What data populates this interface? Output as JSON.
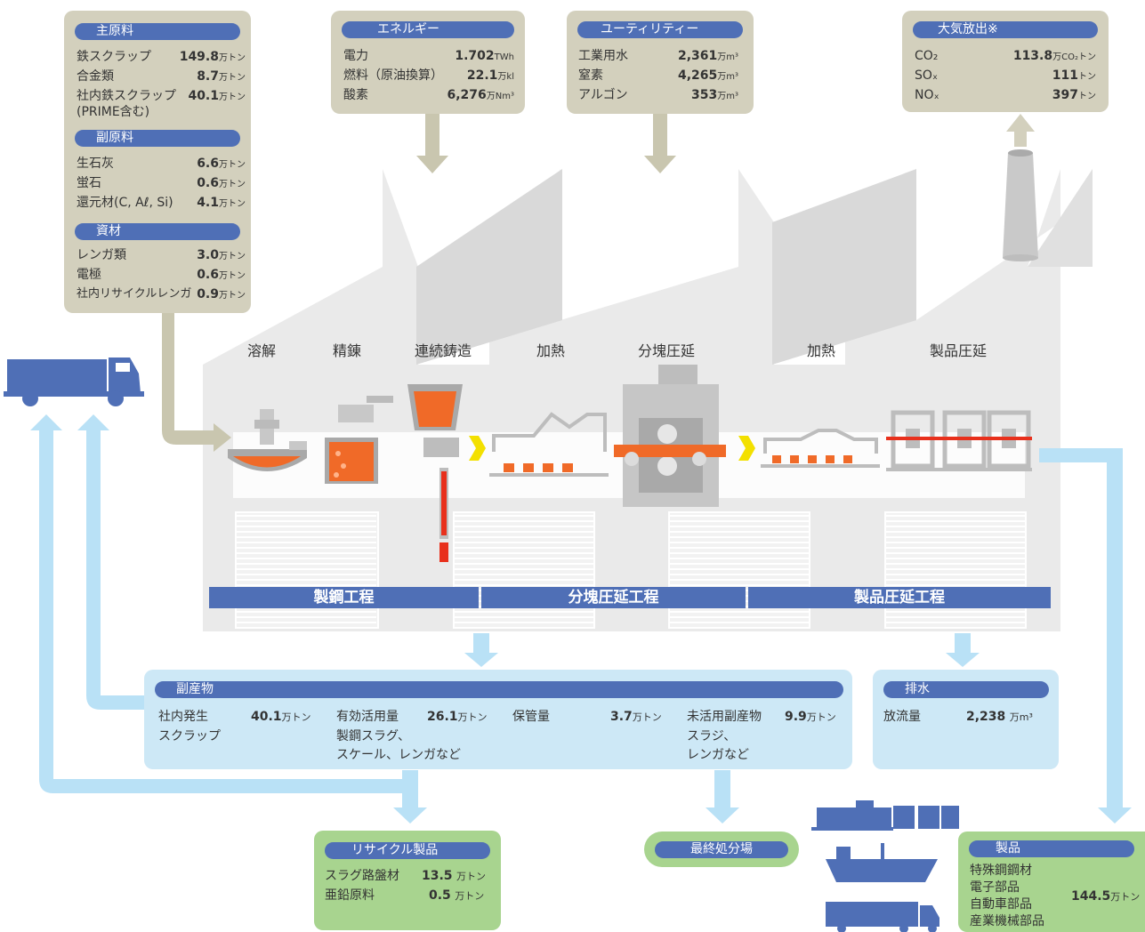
{
  "processes": [
    "溶解",
    "精錬",
    "連続鋳造",
    "加熱",
    "分塊圧延",
    "加熱",
    "製品圧延"
  ],
  "stages": [
    "製鋼工程",
    "分塊圧延工程",
    "製品圧延工程"
  ],
  "raw_materials": {
    "main_title": "主原料",
    "main_items": [
      {
        "label": "鉄スクラップ",
        "value": "149.8",
        "unit": "万トン"
      },
      {
        "label": "合金類",
        "value": "8.7",
        "unit": "万トン"
      },
      {
        "label": "社内鉄スクラップ",
        "value": "40.1",
        "unit": "万トン"
      }
    ],
    "main_note": "(PRIME含む)",
    "sub_title": "副原料",
    "sub_items": [
      {
        "label": "生石灰",
        "value": "6.6",
        "unit": "万トン"
      },
      {
        "label": "蛍石",
        "value": "0.6",
        "unit": "万トン"
      },
      {
        "label": "還元材(C, Aℓ, Si)",
        "value": "4.1",
        "unit": "万トン"
      }
    ],
    "mat_title": "資材",
    "mat_items": [
      {
        "label": "レンガ類",
        "value": "3.0",
        "unit": "万トン"
      },
      {
        "label": "電極",
        "value": "0.6",
        "unit": "万トン"
      },
      {
        "label": "社内リサイクルレンガ",
        "value": "0.9",
        "unit": "万トン"
      }
    ]
  },
  "energy": {
    "title": "エネルギー",
    "items": [
      {
        "label": "電力",
        "value": "1.702",
        "unit": "TWh"
      },
      {
        "label": "燃料（原油換算）",
        "value": "22.1",
        "unit": "万kl"
      },
      {
        "label": "酸素",
        "value": "6,276",
        "unit": "万Nm³"
      }
    ]
  },
  "utility": {
    "title": "ユーティリティー",
    "items": [
      {
        "label": "工業用水",
        "value": "2,361",
        "unit": "万m³"
      },
      {
        "label": "窒素",
        "value": "4,265",
        "unit": "万m³"
      },
      {
        "label": "アルゴン",
        "value": "353",
        "unit": "万m³"
      }
    ]
  },
  "emission": {
    "title": "大気放出※",
    "items": [
      {
        "label": "CO₂",
        "value": "113.8",
        "unit": "万CO₂トン"
      },
      {
        "label": "SOₓ",
        "value": "111",
        "unit": "トン"
      },
      {
        "label": "NOₓ",
        "value": "397",
        "unit": "トン"
      }
    ]
  },
  "byproducts": {
    "title": "副産物",
    "col1_label1": "社内発生",
    "col1_label2": "スクラップ",
    "col1_value": "40.1",
    "col1_unit": "万トン",
    "col2_label1": "有効活用量",
    "col2_value": "26.1",
    "col2_unit": "万トン",
    "col2_label2": "製鋼スラグ、",
    "col2_label3": "スケール、レンガなど",
    "col3_label": "保管量",
    "col3_value": "3.7",
    "col3_unit": "万トン",
    "col4_label1": "未活用副産物",
    "col4_value": "9.9",
    "col4_unit": "万トン",
    "col4_label2": "スラジ、",
    "col4_label3": "レンガなど"
  },
  "wastewater": {
    "title": "排水",
    "label": "放流量",
    "value": "2,238",
    "unit": "万m³"
  },
  "recycle": {
    "title": "リサイクル製品",
    "items": [
      {
        "label": "スラグ路盤材",
        "value": "13.5",
        "unit": "万トン"
      },
      {
        "label": "亜鉛原料",
        "value": "0.5",
        "unit": "万トン"
      }
    ]
  },
  "landfill": {
    "title": "最終処分場"
  },
  "products": {
    "title": "製品",
    "items": [
      "特殊鋼鋼材",
      "電子部品",
      "自動車部品",
      "産業機械部品"
    ],
    "value": "144.5",
    "unit": "万トン"
  },
  "colors": {
    "navy": "#4f6fb6",
    "tan": "#d3d0bd",
    "light_blue": "#cde8f6",
    "arrow_blue": "#b9e1f6",
    "green": "#a8d48f",
    "molten": "#f06a28",
    "yellow": "#f3e000"
  }
}
